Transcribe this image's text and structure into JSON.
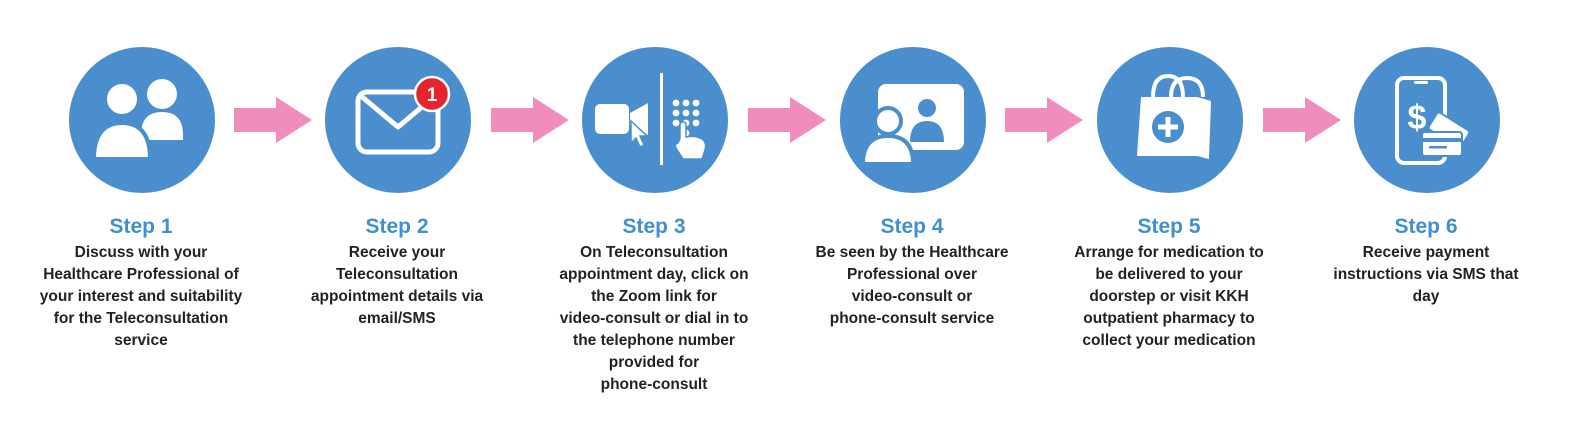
{
  "colors": {
    "circle": "#4b8ecd",
    "arrow": "#f08dbc",
    "title": "#3f8fd1",
    "text": "#222222",
    "badge": "#e5242c"
  },
  "notification_badge": "1",
  "steps": [
    {
      "title": "Step 1",
      "icon": "people-icon",
      "lines": [
        "Discuss with your",
        "Healthcare Professional of",
        "your interest and suitability",
        "for the Teleconsultation",
        "service"
      ]
    },
    {
      "title": "Step 2",
      "icon": "email-notification-icon",
      "lines": [
        "Receive your",
        "Teleconsultation",
        "appointment details via",
        "email/SMS"
      ]
    },
    {
      "title": "Step 3",
      "icon": "video-dialpad-icon",
      "lines": [
        "On Teleconsultation",
        "appointment day, click on",
        "the Zoom link for",
        "video-consult or dial in to",
        "the telephone number",
        "provided for",
        "phone-consult"
      ]
    },
    {
      "title": "Step 4",
      "icon": "video-consult-icon",
      "lines": [
        "Be seen by the Healthcare",
        "Professional over",
        "video-consult or",
        "phone-consult service"
      ]
    },
    {
      "title": "Step 5",
      "icon": "medication-bag-icon",
      "lines": [
        "Arrange for medication to",
        "be delivered to your",
        "doorstep or visit KKH",
        "outpatient pharmacy to",
        "collect your medication"
      ]
    },
    {
      "title": "Step 6",
      "icon": "payment-phone-icon",
      "lines": [
        "Receive payment",
        "instructions via SMS that",
        "day"
      ]
    }
  ]
}
